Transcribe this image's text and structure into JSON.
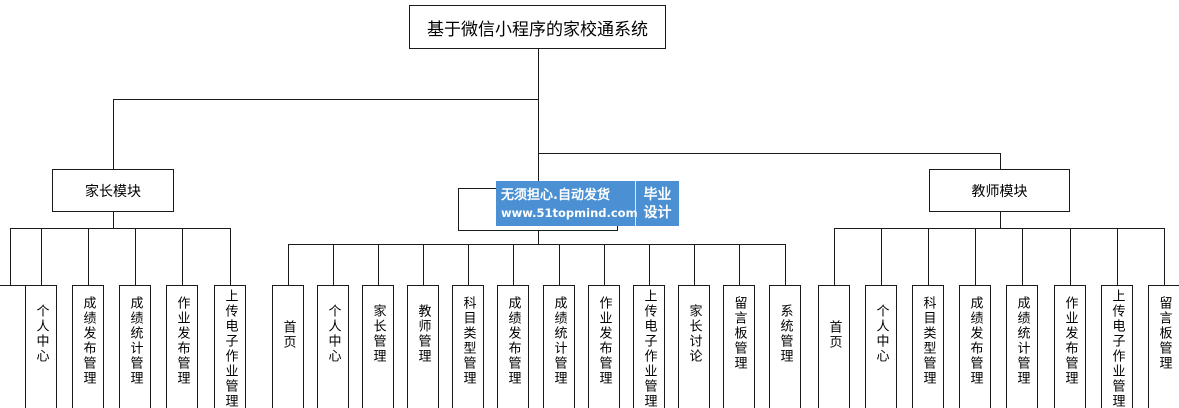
{
  "title": "基于微信小程序的家校通系统",
  "modules": [
    {
      "label": "家长模块",
      "children": [
        "",
        "个人中心",
        "成绩发布管理",
        "成绩统计管理",
        "作业发布管理",
        "上传电子作业管理"
      ]
    },
    {
      "label": "",
      "children": [
        "首页",
        "个人中心",
        "家长管理",
        "教师管理",
        "科目类型管理",
        "成绩发布管理",
        "成绩统计管理",
        "作业发布管理",
        "上传电子作业管理",
        "家长讨论",
        "留言板管理",
        "系统管理"
      ]
    },
    {
      "label": "教师模块",
      "children": [
        "首页",
        "个人中心",
        "科目类型管理",
        "成绩发布管理",
        "成绩统计管理",
        "作业发布管理",
        "上传电子作业管理",
        "留言板管理"
      ]
    }
  ],
  "watermark": {
    "line1": "无须担心.自动发货",
    "line2": "www.51topmind.com",
    "side1": "毕业",
    "side2": "设计"
  }
}
